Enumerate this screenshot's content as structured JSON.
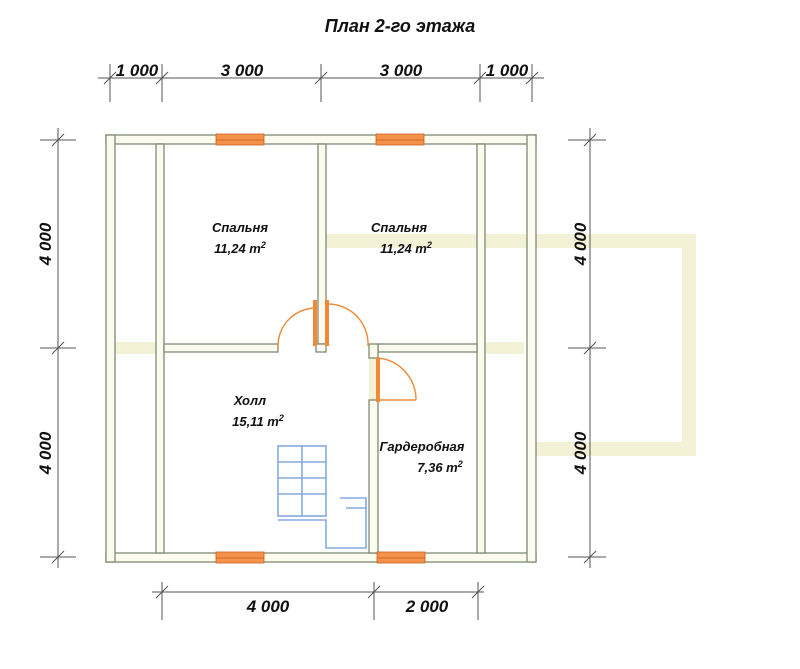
{
  "title": "План 2-го этажа",
  "colors": {
    "wall_fill": "#fbfbf0",
    "wall_stroke": "#7f8b74",
    "cream": "#f3f1d6",
    "window": "#f5914a",
    "door": "#f08a38",
    "dim_line": "#555555",
    "watermark": "#5a8fd6"
  },
  "dimensions": {
    "top": [
      "1 000",
      "3 000",
      "3 000",
      "1 000"
    ],
    "bottom": [
      "4 000",
      "2 000"
    ],
    "left": [
      "4 000",
      "4 000"
    ],
    "right": [
      "4 000",
      "4 000"
    ]
  },
  "rooms": [
    {
      "name": "Спальня",
      "area": "11,24 m",
      "sup": "2"
    },
    {
      "name": "Спальня",
      "area": "11,24 m",
      "sup": "2"
    },
    {
      "name": "Холл",
      "area": "15,11 m",
      "sup": "2"
    },
    {
      "name": "Гардеробная",
      "area": "7,36 m",
      "sup": "2"
    }
  ]
}
